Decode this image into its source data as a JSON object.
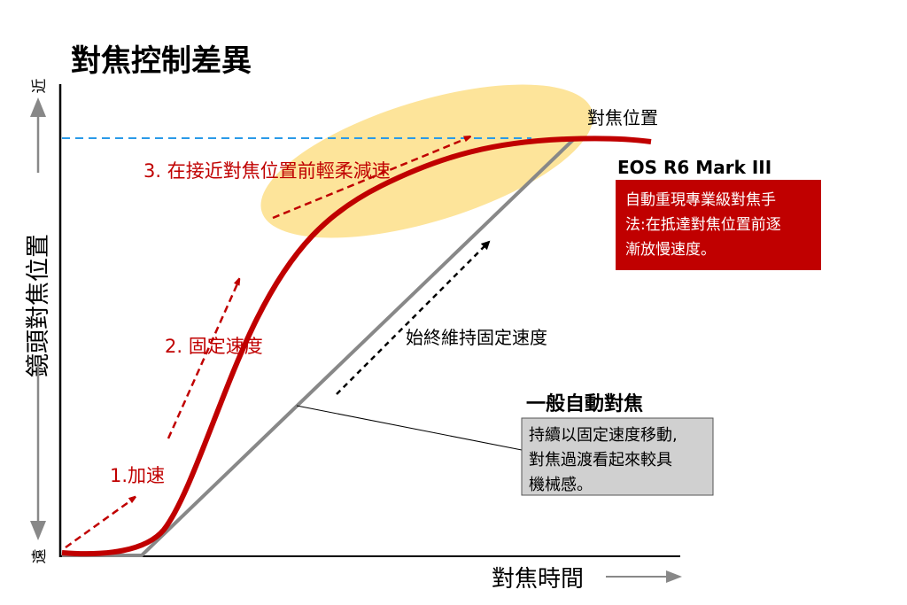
{
  "title": "對焦控制差異",
  "y_axis": {
    "label": "鏡頭對焦位置",
    "near": "近",
    "far": "遠"
  },
  "x_axis": {
    "label": "對焦時間"
  },
  "focus_position_label": "對焦位置",
  "phases": {
    "p1": "1.加速",
    "p2": "2. 固定速度",
    "p3": "3. 在接近對焦位置前輕柔減速"
  },
  "constant_speed_label": "始終維持固定速度",
  "eos": {
    "title": "EOS R6 Mark III",
    "lines": [
      "自動重現專業級對焦手",
      "法:在抵達對焦位置前逐",
      "漸放慢速度。"
    ]
  },
  "general": {
    "title": "一般自動對焦",
    "lines": [
      "持續以固定速度移動,",
      "對焦過渡看起來較具",
      "機械感。"
    ]
  },
  "colors": {
    "red": "#c00000",
    "gray": "#888888",
    "highlight": "#fde49a",
    "blue": "#2a9ae8"
  }
}
